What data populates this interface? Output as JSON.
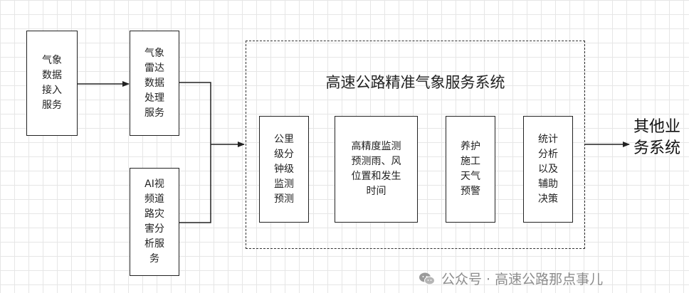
{
  "boxes": {
    "weather_ingest": [
      "气象",
      "数据",
      "接入",
      "服务"
    ],
    "radar_processing": [
      "气象",
      "雷达",
      "数据",
      "处理",
      "服务"
    ],
    "ai_video": [
      "AI视",
      "频道",
      "路灾",
      "害分",
      "析服",
      "务"
    ],
    "km_minute": [
      "公里",
      "级分",
      "钟级",
      "监测",
      "预测"
    ],
    "high_precision": [
      "高精度监测",
      "预测雨、风",
      "位置和发生",
      "时间"
    ],
    "maintenance": [
      "养护",
      "施工",
      "天气",
      "预警"
    ],
    "statistics": [
      "统计",
      "分析",
      "以及",
      "辅助",
      "决策"
    ]
  },
  "system_title": "高速公路精准气象服务系统",
  "output_label": [
    "其他",
    "业务",
    "系统"
  ],
  "watermark": "公众号 · 高速公路那点事儿",
  "colors": {
    "line": "#222222",
    "grid": "#e6e6e6",
    "watermark": "#8c8c8c"
  }
}
